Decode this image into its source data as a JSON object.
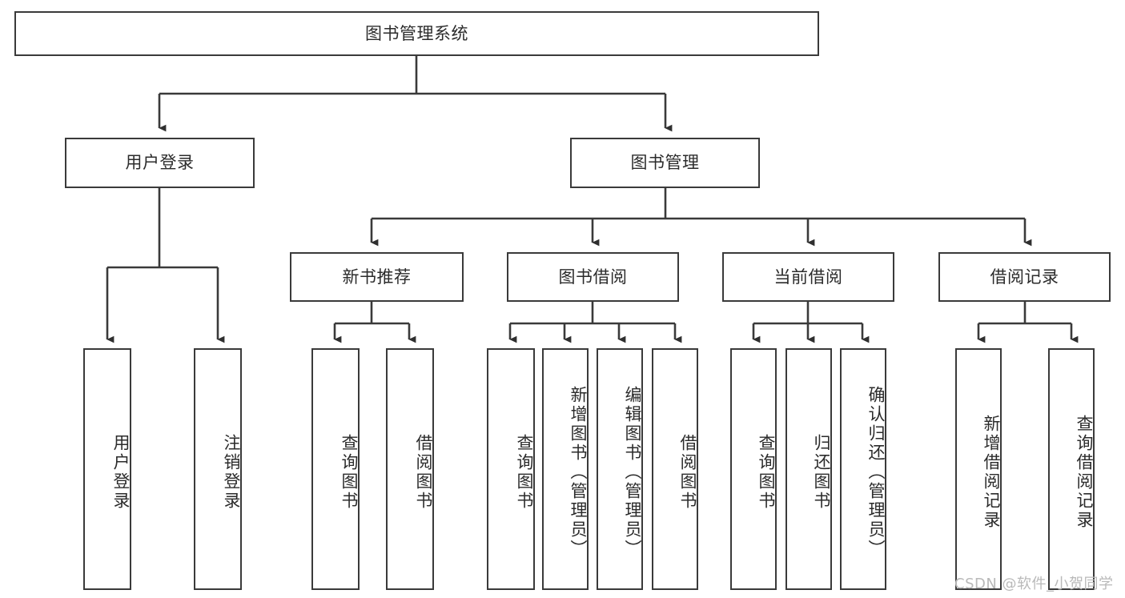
{
  "diagram": {
    "title": "图书管理系统",
    "type": "tree-hierarchy",
    "orientation": "top-down",
    "stroke_color": "#3a3a3a",
    "text_color": "#2b2b2b",
    "background_color": "#ffffff"
  },
  "nodes": {
    "root": {
      "label": "图书管理系统"
    },
    "level2": [
      {
        "label": "用户登录"
      },
      {
        "label": "图书管理"
      }
    ],
    "level3": [
      {
        "label": "新书推荐"
      },
      {
        "label": "图书借阅"
      },
      {
        "label": "当前借阅"
      },
      {
        "label": "借阅记录"
      }
    ],
    "leaves": {
      "user_login": [
        {
          "label": "用户登录"
        },
        {
          "label": "注销登录"
        }
      ],
      "new_book_recommend": [
        {
          "label": "查询图书"
        },
        {
          "label": "借阅图书"
        }
      ],
      "book_borrow": [
        {
          "label": "查询图书"
        },
        {
          "label": "新增图书（管理员）"
        },
        {
          "label": "编辑图书（管理员）"
        },
        {
          "label": "借阅图书"
        }
      ],
      "current_borrow": [
        {
          "label": "查询图书"
        },
        {
          "label": "归还图书"
        },
        {
          "label": "确认归还（管理员）"
        }
      ],
      "borrow_record": [
        {
          "label": "新增借阅记录"
        },
        {
          "label": "查询借阅记录"
        }
      ]
    }
  },
  "watermark": {
    "text": "CSDN @软件_小贺同学"
  }
}
